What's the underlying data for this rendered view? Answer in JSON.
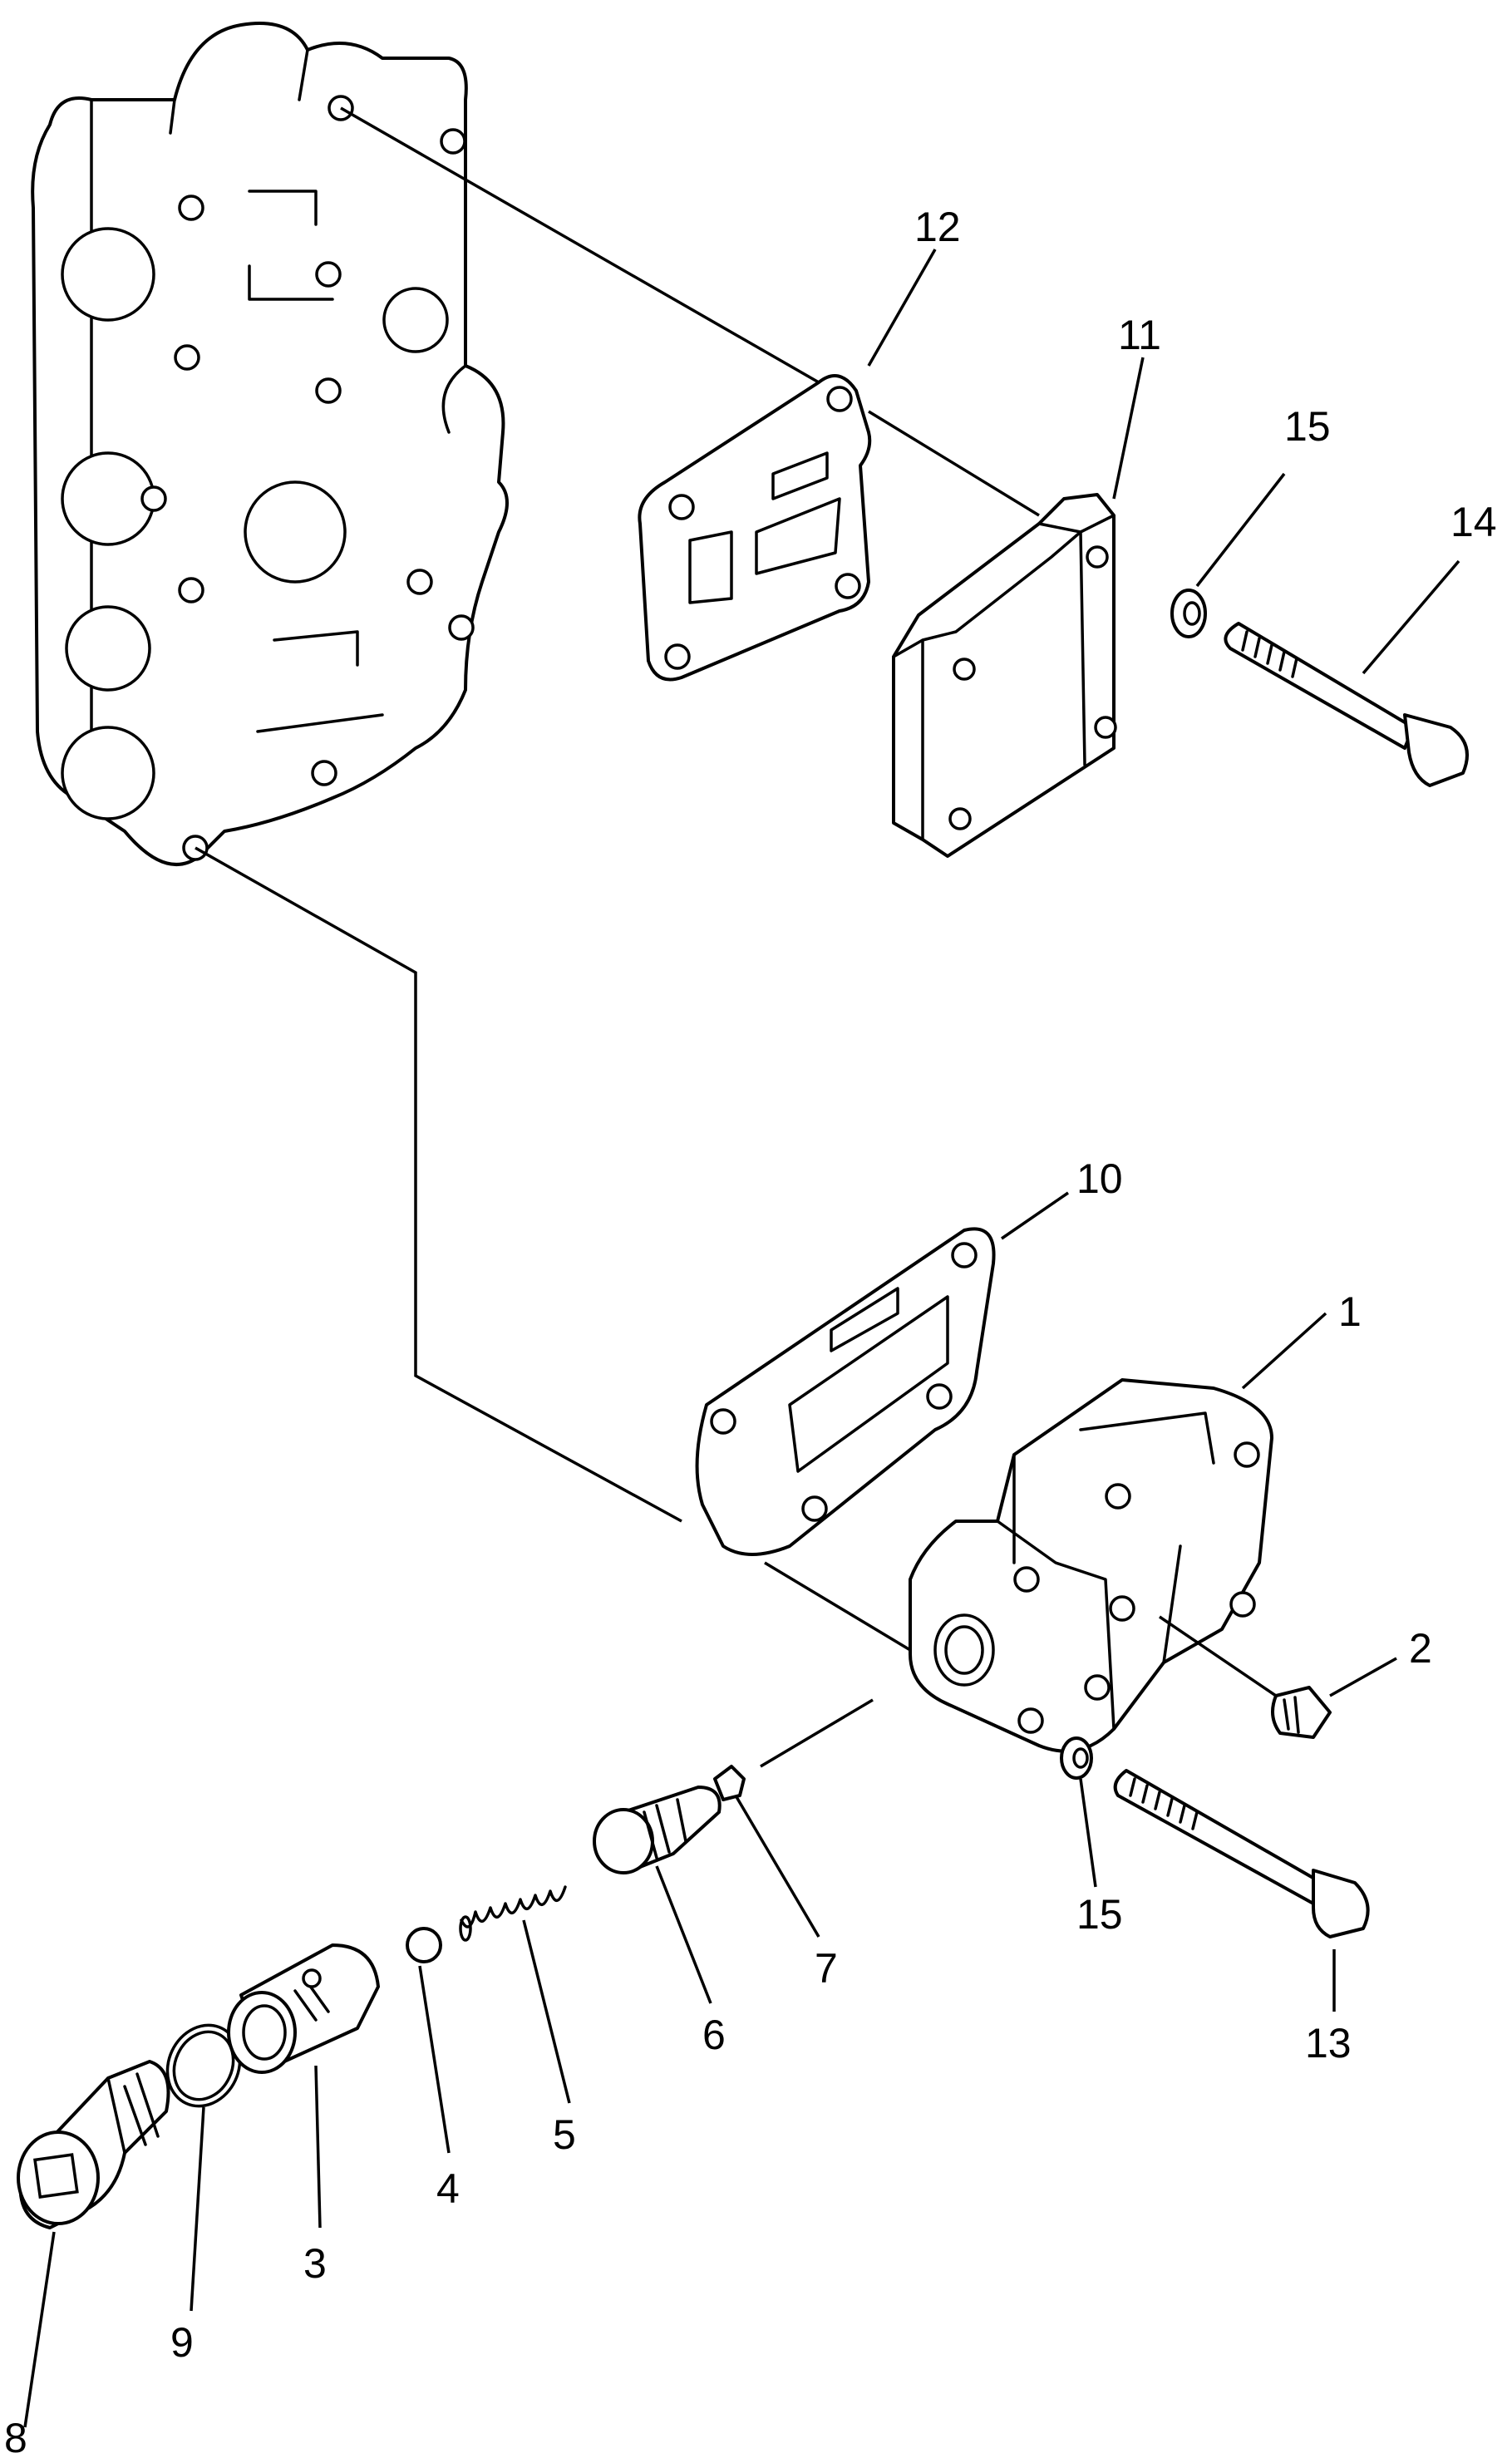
{
  "callouts": [
    "1",
    "2",
    "3",
    "4",
    "5",
    "6",
    "7",
    "8",
    "9",
    "10",
    "11",
    "12",
    "13",
    "14",
    "15",
    "15"
  ]
}
